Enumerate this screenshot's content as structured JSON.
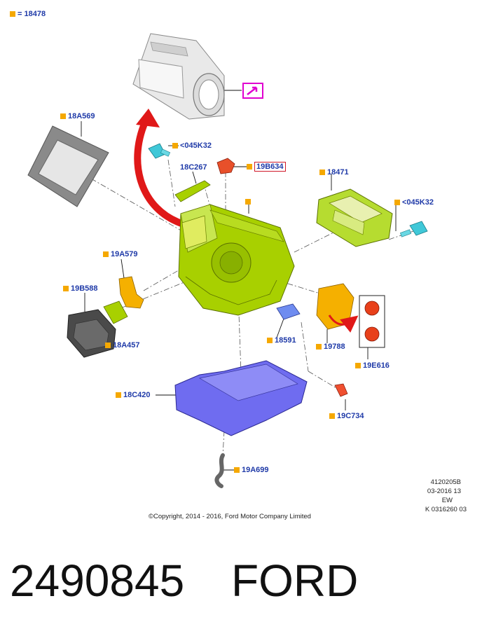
{
  "legend": {
    "text": "= 18478"
  },
  "labels": {
    "l18A569": "18A569",
    "l045K32a": "<045K32",
    "l18C267": "18C267",
    "l19B634": "19B634",
    "l18471": "18471",
    "l045K32b": "<045K32",
    "l19A579": "19A579",
    "l19B588": "19B588",
    "l18A457": "18A457",
    "l18591": "18591",
    "l19788": "19788",
    "l19E616": "19E616",
    "l18C420": "18C420",
    "l19C734": "19C734",
    "l19A699": "19A699"
  },
  "ref_block": {
    "line1": "4120205B",
    "line2": "03-2016 13",
    "line3": "EW",
    "line4": "K 0316260 03"
  },
  "copyright": "©Copyright, 2014 - 2016, Ford Motor Company Limited",
  "part_number": "2490845",
  "brand": "FORD",
  "colors": {
    "label_blue": "#1f3aa8",
    "marker_orange": "#f5a800",
    "highlight_red": "#d01a2a",
    "view_magenta": "#e000d0",
    "housing_green": "#a8d000",
    "tray_blue": "#6f6cf0",
    "fastener_cyan": "#40c8d8"
  }
}
